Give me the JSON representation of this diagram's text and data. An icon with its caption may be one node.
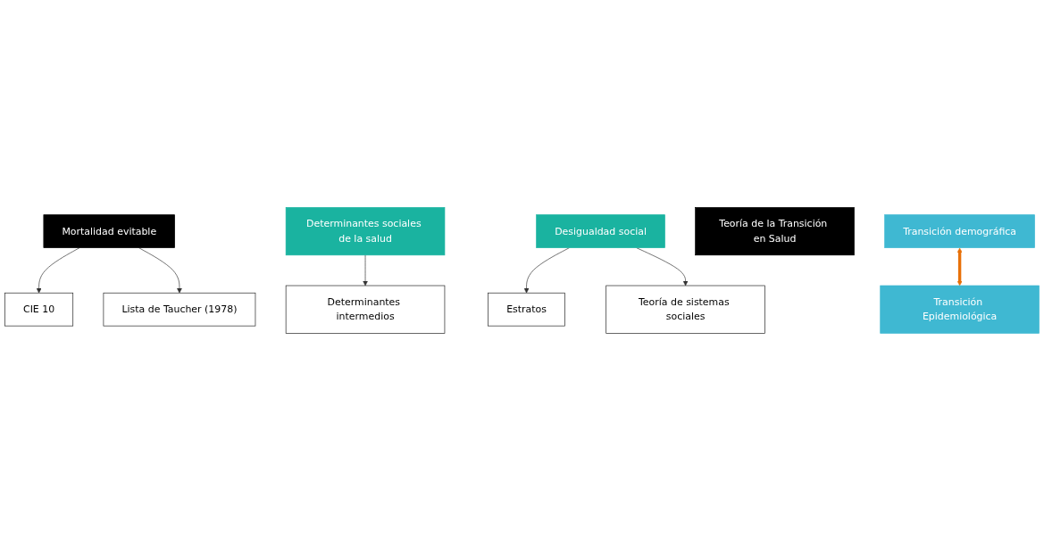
{
  "diagram": {
    "nodes": [
      {
        "text": [
          "Mortalidad evitable"
        ]
      },
      {
        "text": [
          "CIE 10"
        ]
      },
      {
        "text": [
          "Lista de Taucher (1978)"
        ]
      },
      {
        "text": [
          "Determinantes sociales de la salud"
        ]
      },
      {
        "text": [
          "Determinantes intermedios"
        ]
      },
      {
        "text": [
          "Desigualdad social"
        ]
      },
      {
        "text": [
          "Estratos"
        ]
      },
      {
        "text": [
          "Teoría de sistemas sociales"
        ]
      },
      {
        "text": [
          "Teoría de la Transición en Salud"
        ]
      },
      {
        "text": [
          "Transición demográfica"
        ]
      },
      {
        "text": [
          "Transición Epidemiológica"
        ]
      }
    ],
    "edges": [
      {
        "from": 0,
        "to": 1,
        "arrow": "to"
      },
      {
        "from": 0,
        "to": 2,
        "arrow": "to"
      },
      {
        "from": 3,
        "to": 4,
        "arrow": "to"
      },
      {
        "from": 5,
        "to": 6,
        "arrow": "to"
      },
      {
        "from": 5,
        "to": 7,
        "arrow": "to"
      },
      {
        "from": 9,
        "to": 10,
        "arrow": "both",
        "style": "thick",
        "color": "#e8710a"
      }
    ]
  }
}
